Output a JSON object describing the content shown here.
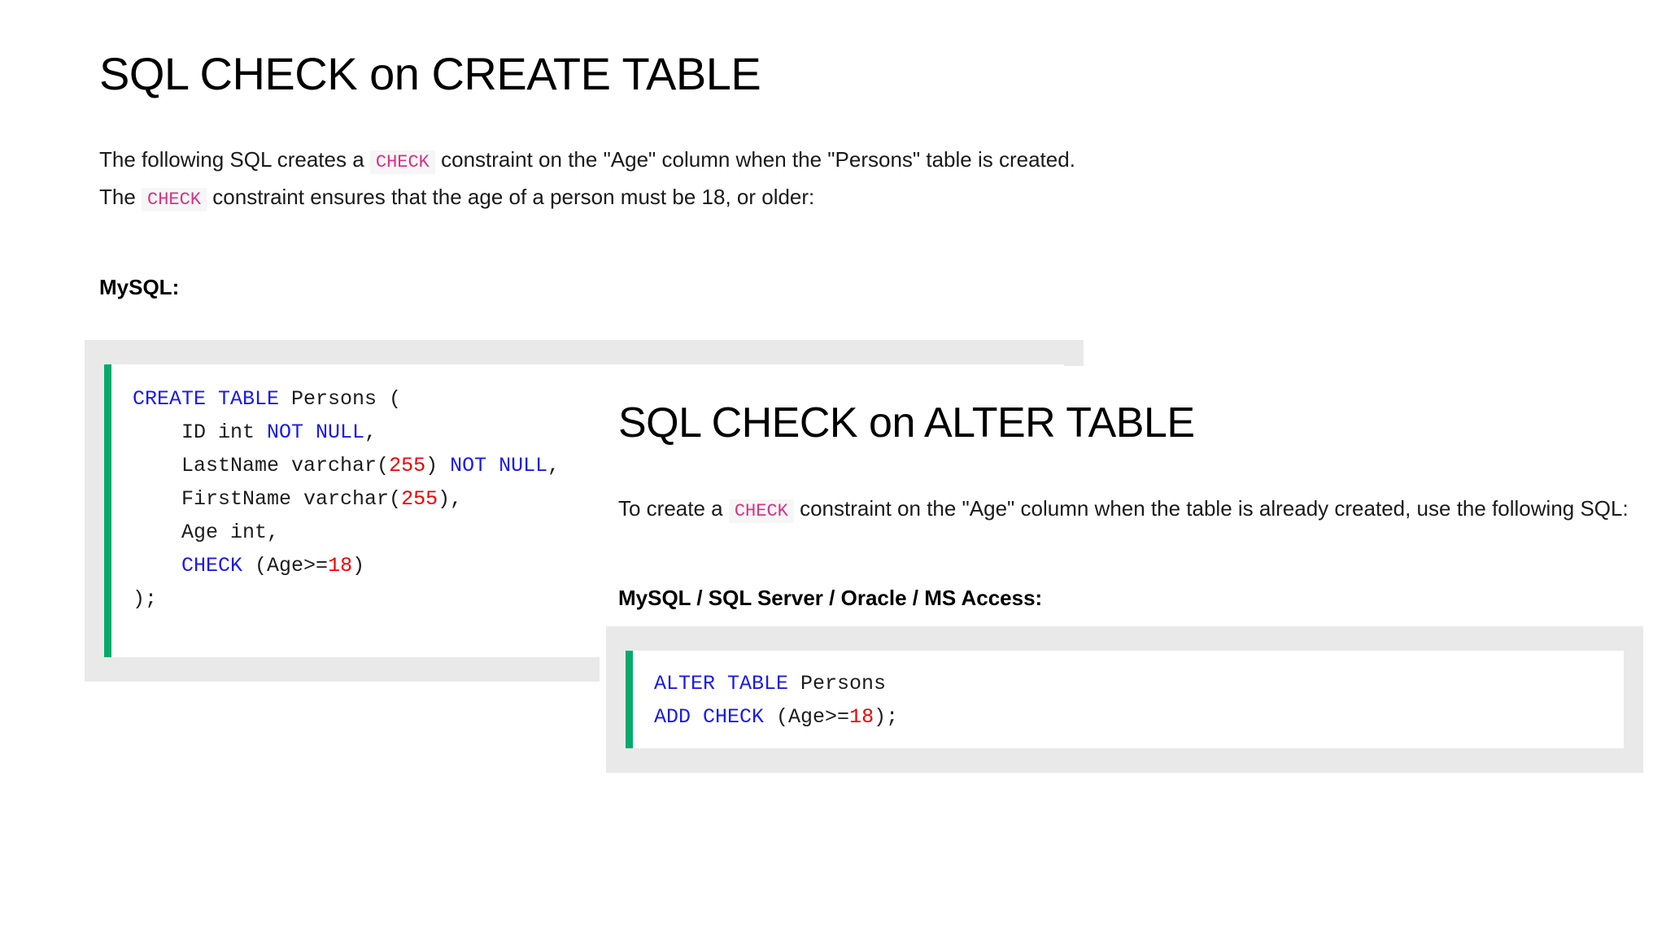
{
  "article_create": {
    "heading": "SQL CHECK on CREATE TABLE",
    "paragraph": {
      "part1": "The following SQL creates a ",
      "chip1": "CHECK",
      "part2": " constraint on the \"Age\" column when the \"Persons\" table is created. The ",
      "chip2": "CHECK",
      "part3": " constraint ensures that the age of a person must be 18, or older:"
    },
    "subheading": "MySQL:",
    "code": {
      "line1_kw": "CREATE TABLE",
      "line1_rest": " Persons (",
      "line2_pre": "    ID int ",
      "line2_kw": "NOT NULL",
      "line2_post": ",",
      "line3_pre": "    LastName varchar(",
      "line3_num": "255",
      "line3_mid": ") ",
      "line3_kw": "NOT NULL",
      "line3_post": ",",
      "line4_pre": "    FirstName varchar(",
      "line4_num": "255",
      "line4_post": "),",
      "line5": "    Age int,",
      "line6_kw": "    CHECK",
      "line6_mid": " (Age>=",
      "line6_num": "18",
      "line6_post": ")",
      "line7": ");"
    }
  },
  "article_alter": {
    "heading": "SQL CHECK on ALTER TABLE",
    "paragraph": {
      "part1": "To create a ",
      "chip1": "CHECK",
      "part2": " constraint on the \"Age\" column when the table is already created, use the following SQL:"
    },
    "subheading": "MySQL / SQL Server / Oracle / MS Access:",
    "code": {
      "line1_kw": "ALTER TABLE",
      "line1_rest": " Persons",
      "line2_kw": "ADD CHECK",
      "line2_mid": " (Age>=",
      "line2_num": "18",
      "line2_post": ");"
    }
  },
  "colors": {
    "keyword_blue": "#1a1aec",
    "number_red": "#ee0000",
    "chip_pink": "#d63384",
    "accent_green": "#04aa6d",
    "code_panel_gray": "#e9e9e9"
  }
}
